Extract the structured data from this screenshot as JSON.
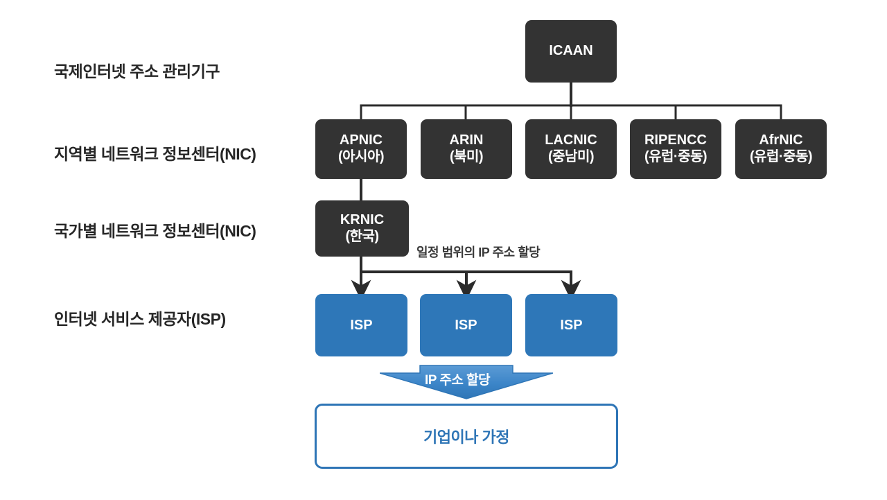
{
  "meta": {
    "title": "IP 주소 할당 체계",
    "background_color": "#ffffff",
    "node_color": "#333333",
    "isp_color": "#2E77B8",
    "accent_blue": "#2E75B6",
    "line_color": "#2b2b2b",
    "label_color": "#262626"
  },
  "tier_labels": [
    {
      "text": "국제인터넷 주소 관리기구"
    },
    {
      "text": "지역별 네트워크 정보센터(NIC)"
    },
    {
      "text": "국가별 네트워크 정보센터(NIC)"
    },
    {
      "text": "인터넷 서비스 제공자(ISP)"
    }
  ],
  "root": {
    "label": "ICAAN"
  },
  "rirs": [
    {
      "name": "APNIC",
      "region": "(아시아)"
    },
    {
      "name": "ARIN",
      "region": "(북미)"
    },
    {
      "name": "LACNIC",
      "region": "(중남미)"
    },
    {
      "name": "RIPENCC",
      "region": "(유럽·중동)"
    },
    {
      "name": "AfrNIC",
      "region": "(유럽·중동)"
    }
  ],
  "nir": {
    "name": "KRNIC",
    "region": "(한국)"
  },
  "annotation": {
    "text": "일정 범위의 IP 주소 할당"
  },
  "isps": [
    {
      "label": "ISP"
    },
    {
      "label": "ISP"
    },
    {
      "label": "ISP"
    }
  ],
  "banner": {
    "text": "IP 주소 할당"
  },
  "endbox": {
    "text": "기업이나 가정"
  }
}
